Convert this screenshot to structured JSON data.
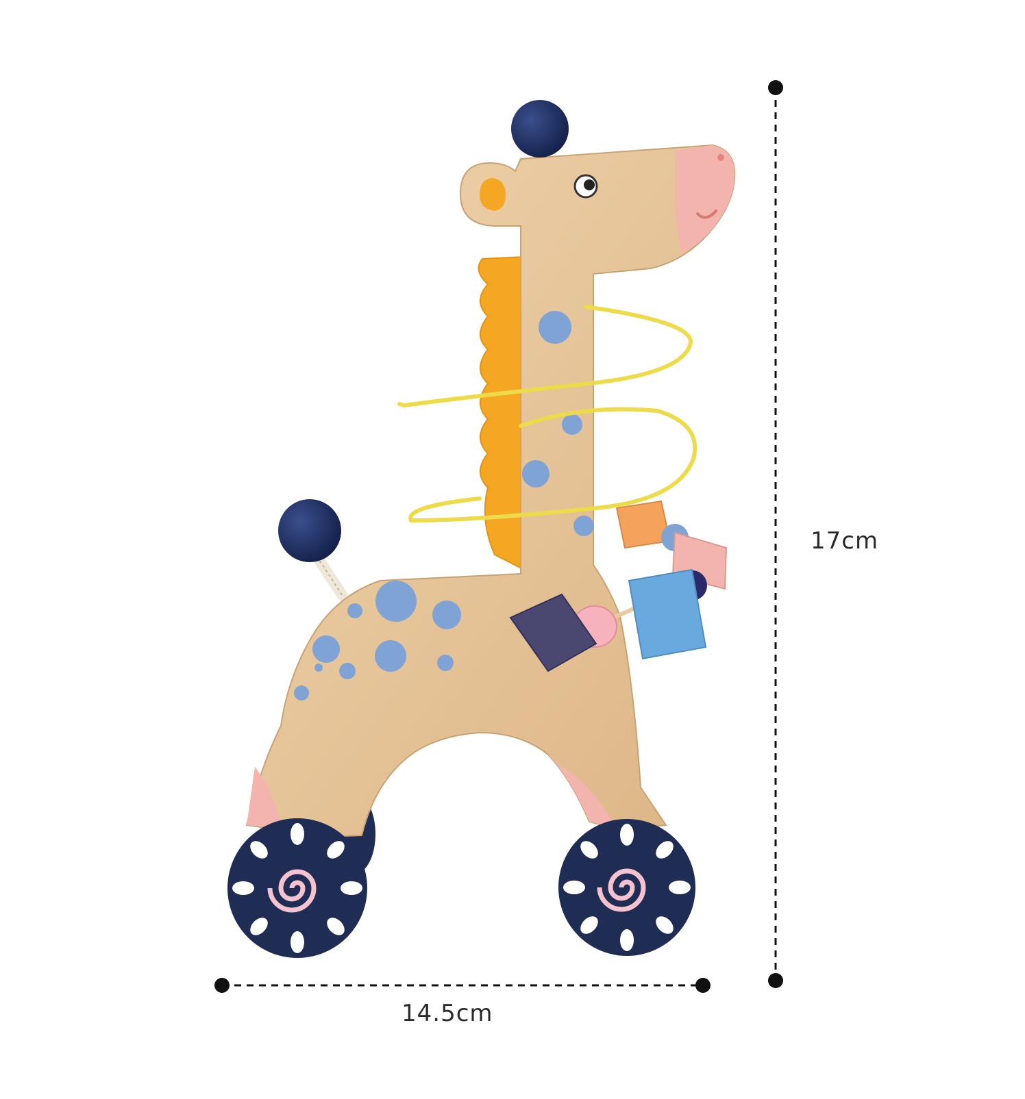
{
  "image": {
    "subject": "wooden-giraffe-bead-maze-toy",
    "dimensions": {
      "height_label": "17cm",
      "width_label": "14.5cm"
    },
    "colors": {
      "background": "#ffffff",
      "wood": "#e8c9a0",
      "wood_shadow": "#d9b385",
      "spot_blue": "#7fa3d4",
      "navy": "#1f2d55",
      "mane_orange": "#f5a623",
      "wire_yellow": "#eedb4a",
      "pink": "#f4b4ae",
      "dimension_line": "#111111"
    }
  }
}
